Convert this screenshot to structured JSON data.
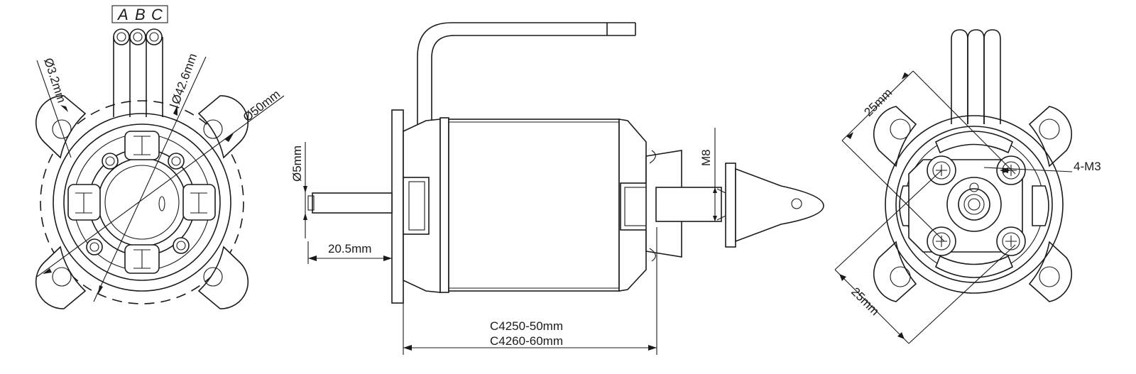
{
  "front_view": {
    "wire_labels": [
      "A",
      "B",
      "C"
    ],
    "dim_hole": "Ø3.2mm",
    "dim_inner": "Ø42.6mm",
    "dim_outer": "Ø50mm"
  },
  "side_view": {
    "dim_shaft_dia": "Ø5mm",
    "dim_shaft_len": "20.5mm",
    "dim_thread": "M8",
    "dim_length_1": "C4250-50mm",
    "dim_length_2": "C4260-60mm"
  },
  "rear_view": {
    "dim_top": "25mm",
    "dim_bottom": "25mm",
    "dim_screws": "4-M3"
  }
}
